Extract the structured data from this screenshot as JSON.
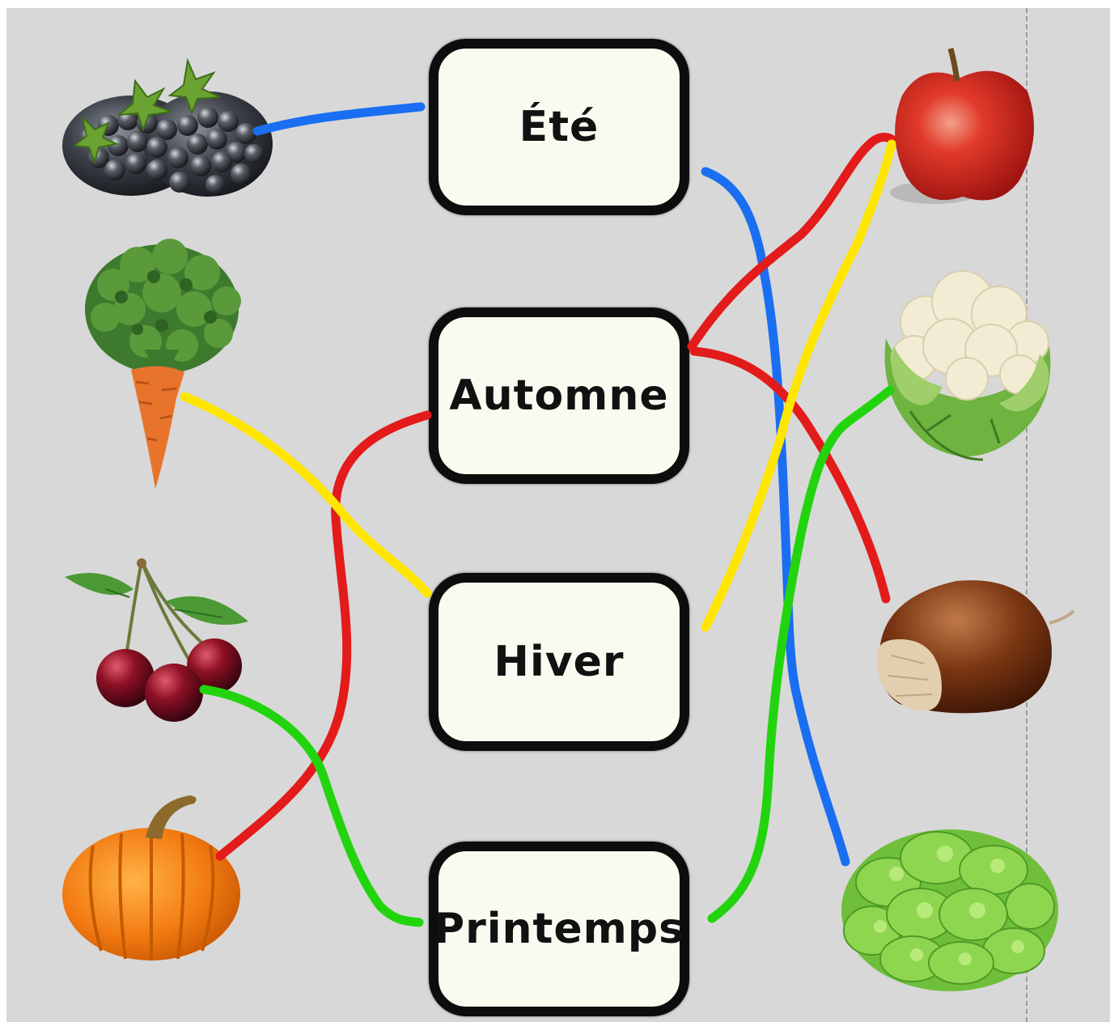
{
  "seasons": {
    "ete": "Été",
    "automne": "Automne",
    "hiver": "Hiver",
    "printemps": "Printemps"
  },
  "items_left": [
    "blackberry-icon",
    "carrot-icon",
    "cherry-icon",
    "pumpkin-icon"
  ],
  "items_right": [
    "apple-icon",
    "cauliflower-icon",
    "chestnut-icon",
    "lettuce-icon"
  ],
  "line_colors": {
    "blue": "#1a6ef2",
    "red": "#e31b1b",
    "yellow": "#ffe600",
    "green": "#22d40e"
  }
}
